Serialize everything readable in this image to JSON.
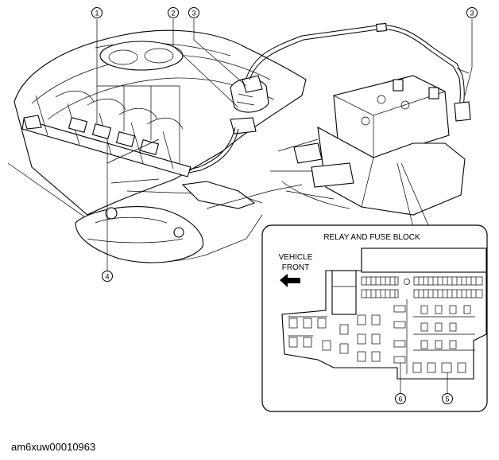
{
  "callouts": [
    {
      "id": "c1",
      "num": "1"
    },
    {
      "id": "c2",
      "num": "2"
    },
    {
      "id": "c3a",
      "num": "3"
    },
    {
      "id": "c3b",
      "num": "3"
    },
    {
      "id": "c4",
      "num": "4"
    },
    {
      "id": "c5",
      "num": "5"
    },
    {
      "id": "c6",
      "num": "6"
    }
  ],
  "inset": {
    "title": "RELAY AND FUSE BLOCK",
    "direction_line1": "VEHICLE",
    "direction_line2": "FRONT"
  },
  "caption": "am6xuw00010963"
}
